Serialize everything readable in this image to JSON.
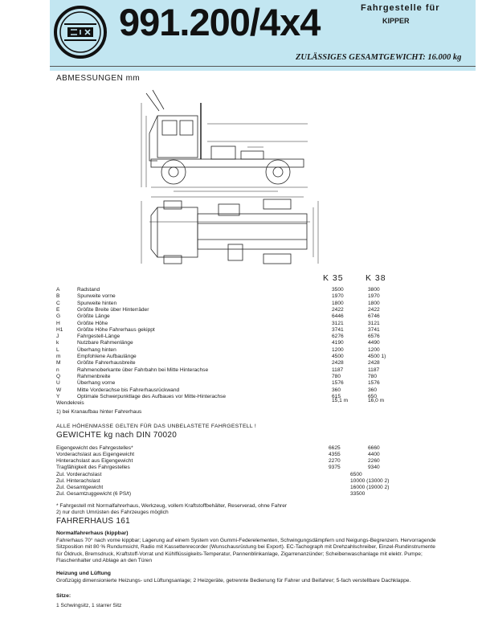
{
  "header": {
    "model": "991.200/4x4",
    "chassis_label": "Fahrgestelle für",
    "body_type": "KIPPER",
    "gross_weight": "ZULÄSSIGES GESAMTGEWICHT: 16.000 kg",
    "colors": {
      "band": "#c2e6f1",
      "ink": "#111111"
    }
  },
  "dimensions": {
    "heading": "ABMESSUNGEN mm",
    "col1": "K 35",
    "col2": "K 38",
    "rows": [
      {
        "code": "A",
        "desc": "Radstand",
        "v1": "3500",
        "v2": "3800"
      },
      {
        "code": "B",
        "desc": "Spurweite vorne",
        "v1": "1970",
        "v2": "1970"
      },
      {
        "code": "C",
        "desc": "Spurweite hinten",
        "v1": "1800",
        "v2": "1800"
      },
      {
        "code": "E",
        "desc": "Größte Breite über Hinterräder",
        "v1": "2422",
        "v2": "2422"
      },
      {
        "code": "G",
        "desc": "Größte Länge",
        "v1": "6446",
        "v2": "6746"
      },
      {
        "code": "H",
        "desc": "Größte Höhe",
        "v1": "3121",
        "v2": "3121"
      },
      {
        "code": "H1",
        "desc": "Größte Höhe Fahrerhaus gekippt",
        "v1": "3741",
        "v2": "3741"
      },
      {
        "code": "J",
        "desc": "Fahrgestell-Länge",
        "v1": "6276",
        "v2": "6576"
      },
      {
        "code": "k",
        "desc": "Nutzbare Rahmenlänge",
        "v1": "4190",
        "v2": "4490"
      },
      {
        "code": "L",
        "desc": "Überhang hinten",
        "v1": "1200",
        "v2": "1200"
      },
      {
        "code": "m",
        "desc": "Empfohlene Aufbaulänge",
        "v1": "4500",
        "v2": "4500 1)"
      },
      {
        "code": "M",
        "desc": "Größte Fahrerhausbreite",
        "v1": "2428",
        "v2": "2428"
      },
      {
        "code": "n",
        "desc": "Rahmenoberkante über Fahrbahn bei Mitte Hinterachse",
        "v1": "1187",
        "v2": "1187"
      },
      {
        "code": "Q",
        "desc": "Rahmenbreite",
        "v1": "780",
        "v2": "780"
      },
      {
        "code": "U",
        "desc": "Überhang vorne",
        "v1": "1576",
        "v2": "1576"
      },
      {
        "code": "W",
        "desc": "Mitte Vorderachse bis Fahrerhausrückwand",
        "v1": "360",
        "v2": "360"
      },
      {
        "code": "Y",
        "desc": "Optimale Schwerpunktlage des Aufbaues vor Mitte-Hinterachse",
        "v1": "615",
        "v2": "650"
      }
    ],
    "turning_label": "Wendekreis",
    "turning_v1": "15,1 m",
    "turning_v2": "16,0 m",
    "footnote1": "1) bei Kranaufbau hinter Fahrerhaus",
    "height_note": "ALLE HÖHENMASSE GELTEN FÜR DAS UNBELASTETE FAHRGESTELL !"
  },
  "weights": {
    "heading": "GEWICHTE kg nach DIN 70020",
    "rows": [
      {
        "desc": "Eigengewicht des Fahrgestelles*",
        "v1": "6625",
        "v2": "6660"
      },
      {
        "desc": "Vorderachslast aus Eigengewicht",
        "v1": "4355",
        "v2": "4400"
      },
      {
        "desc": "Hinterachslast aus Eigengewicht",
        "v1": "2270",
        "v2": "2260"
      },
      {
        "desc": "Tragfähigkeit des Fahrgestelles",
        "v1": "9375",
        "v2": "9340"
      }
    ],
    "front_axle_label": "Zul. Vorderachslast",
    "front_axle_value": "6500",
    "rear_axle_label": "Zul. Hinterachslast",
    "rear_axle_value": "10000 (13000 2)",
    "gross_label": "Zul. Gesamtgewicht",
    "gross_value": "16000 (19000 2)",
    "train_label": "Zul. Gesamtzuggewicht (6 PS/t)",
    "train_value": "33500",
    "note_star": "* Fahrgestell mit Normalfahrerhaus, Werkzeug, vollem Kraftstoffbehälter, Reserverad, ohne Fahrer",
    "note_2": "2) nur durch Umrüsten des Fahrzeuges möglich"
  },
  "cab": {
    "heading": "FAHRERHAUS 161",
    "normal_head": "Normalfahrerhaus (kippbar)",
    "normal_text": "Fahrerhaus 70° nach vorne kippbar; Lagerung auf einem System von Gummi-Federelementen, Schwingungsdämpfern und Neigungs-Begrenzern. Hervorragende Sitzposition mit 80 % Rundumsicht, Radio mit Kassettenrecorder (Wunschausrüstung bei Export). EC-Tachograph mit Drehzahlschreiber, Einzel-Rundinstrumente für Öldruck, Bremsdruck, Kraftstoff-Vorrat und Kühlflüssigkeits-Temperatur, Pannenblinkanlage, Zigarrenanzünder; Scheibenwaschanlage mit elektr. Pumpe; Flaschenhalter und Ablage an den Türen",
    "heat_head": "Heizung und Lüftung",
    "heat_text": "Großzügig dimensionierte Heizungs- und Lüftungsanlage; 2 Heizgeräte, getrennte Bedienung für Fahrer und Beifahrer; 5-fach verstellbare Dachklappe.",
    "seats_head": "Sitze:",
    "seats_text": "1 Schwingsitz, 1 starrer Sitz"
  }
}
